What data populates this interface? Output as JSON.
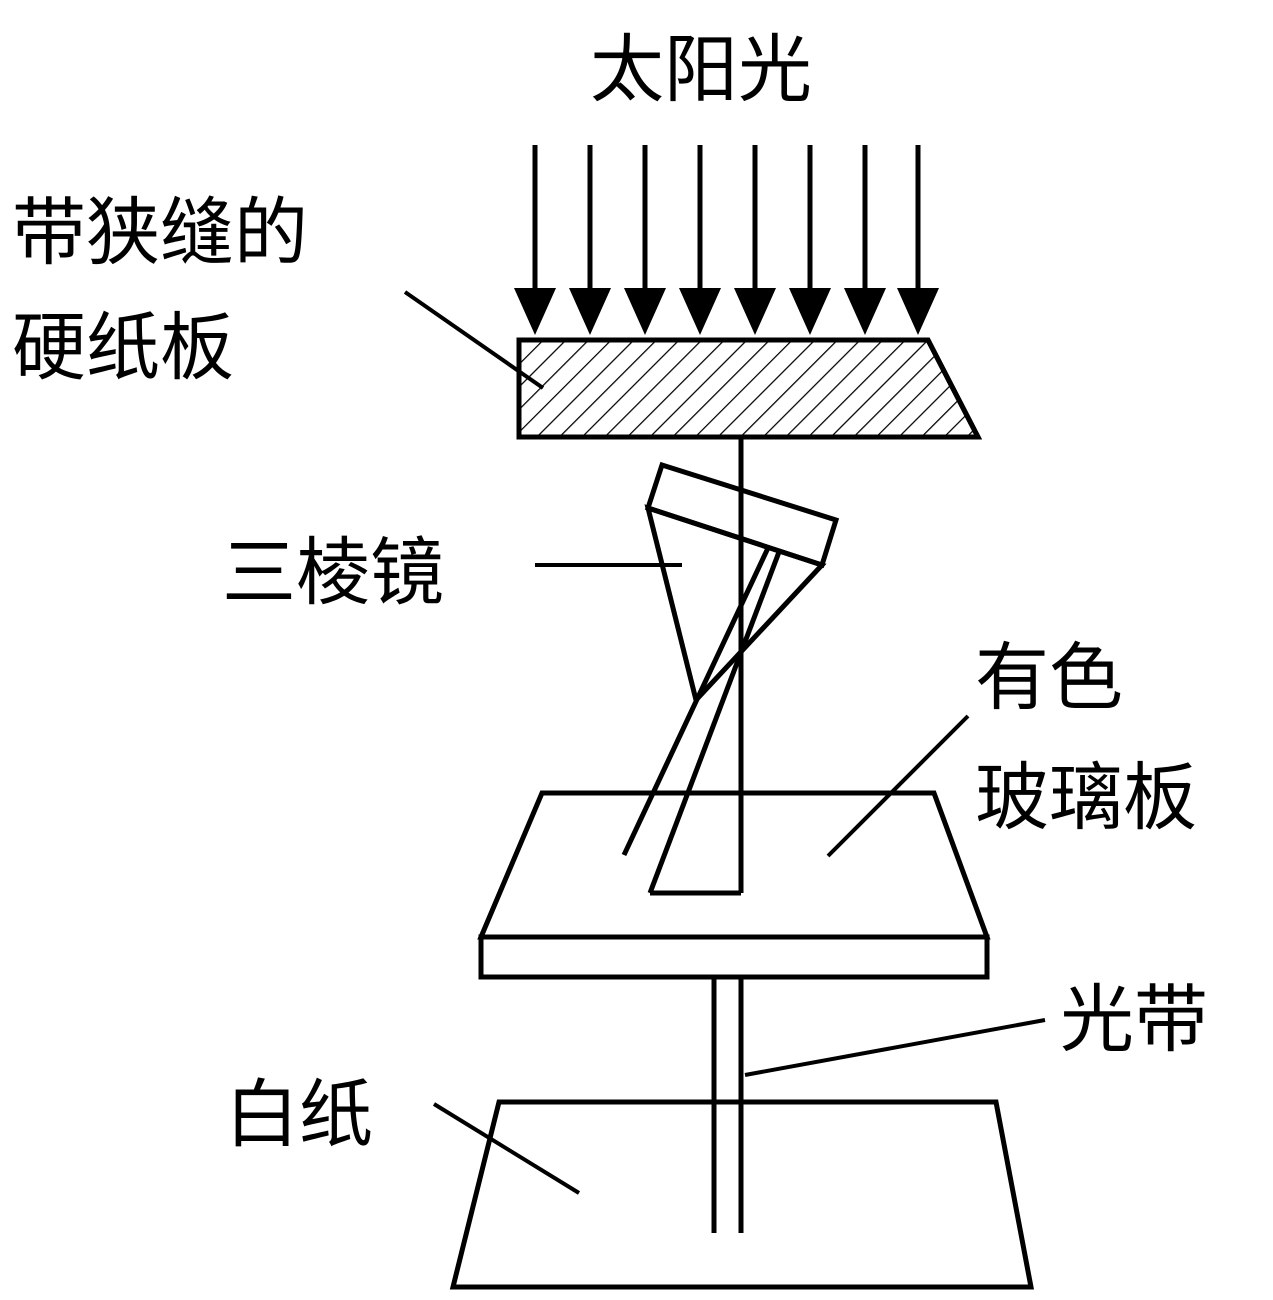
{
  "labels": {
    "sunlight": "太阳光",
    "slit_card_line1": "带狭缝的",
    "slit_card_line2": "硬纸板",
    "prism": "三棱镜",
    "colored_glass_line1": "有色",
    "colored_glass_line2": "玻璃板",
    "light_band": "光带",
    "white_paper": "白纸"
  },
  "sunlight_ray_count": 8,
  "colors": {
    "stroke": "#000000",
    "background": "#ffffff"
  }
}
